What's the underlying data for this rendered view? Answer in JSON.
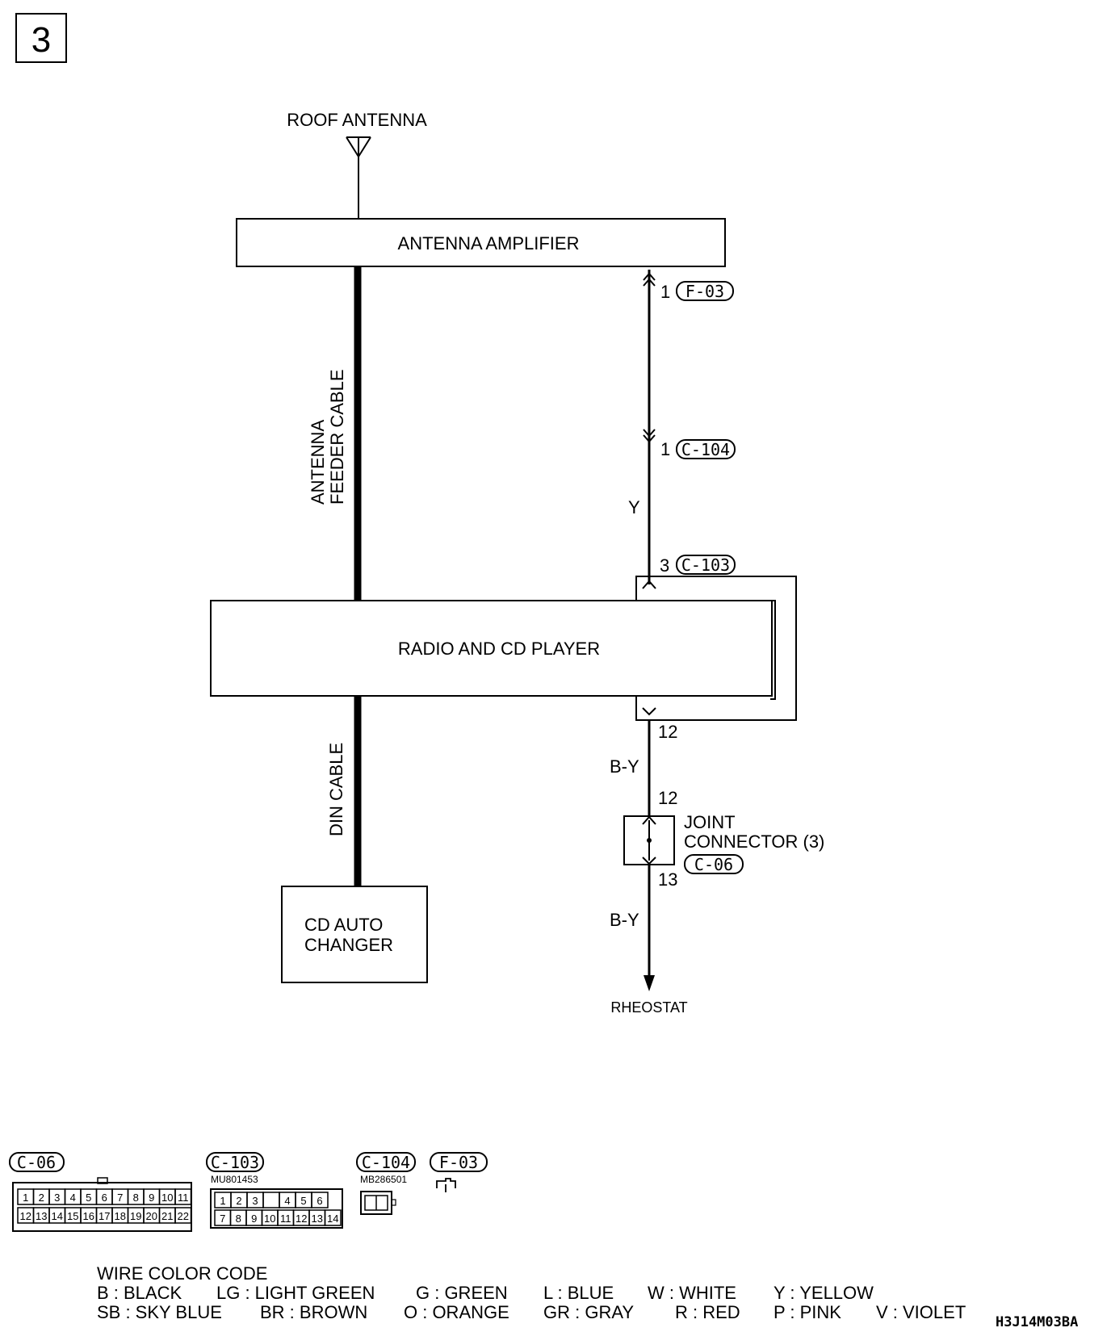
{
  "page_number": "3",
  "components": {
    "roof_antenna": "ROOF ANTENNA",
    "antenna_amplifier": "ANTENNA AMPLIFIER",
    "radio_cd_player": "RADIO AND CD PLAYER",
    "cd_auto_changer_line1": "CD AUTO",
    "cd_auto_changer_line2": "CHANGER",
    "joint_connector_line1": "JOINT",
    "joint_connector_line2": "CONNECTOR (3)",
    "rheostat": "RHEOSTAT"
  },
  "cables": {
    "feeder_line1": "ANTENNA",
    "feeder_line2": "FEEDER CABLE",
    "din": "DIN CABLE"
  },
  "wires": {
    "y": "Y",
    "by_upper": "B-Y",
    "by_lower": "B-Y"
  },
  "pins": {
    "f03_pin": "1",
    "c104_pin": "1",
    "c103_pin": "3",
    "radio_out_pin": "12",
    "joint_in_pin": "12",
    "joint_out_pin": "13"
  },
  "connector_tags": {
    "f03": "F-03",
    "c104": "C-104",
    "c103": "C-103",
    "c06": "C-06"
  },
  "connector_views": {
    "c06": {
      "tag": "C-06",
      "row1": [
        "1",
        "2",
        "3",
        "4",
        "5",
        "6",
        "7",
        "8",
        "9",
        "10",
        "11"
      ],
      "row2": [
        "12",
        "13",
        "14",
        "15",
        "16",
        "17",
        "18",
        "19",
        "20",
        "21",
        "22"
      ]
    },
    "c103": {
      "tag": "C-103",
      "part": "MU801453",
      "row1": [
        "1",
        "2",
        "3",
        "",
        "4",
        "5",
        "6"
      ],
      "row2": [
        "7",
        "8",
        "9",
        "10",
        "11",
        "12",
        "13",
        "14"
      ]
    },
    "c104": {
      "tag": "C-104",
      "part": "MB286501"
    },
    "f03": {
      "tag": "F-03"
    }
  },
  "wire_color_code": {
    "title": "WIRE COLOR CODE",
    "row1": [
      "B : BLACK",
      "LG : LIGHT GREEN",
      "G : GREEN",
      "L : BLUE",
      "W : WHITE",
      "Y : YELLOW"
    ],
    "row2": [
      "SB : SKY BLUE",
      "BR : BROWN",
      "O : ORANGE",
      "GR : GRAY",
      "R : RED",
      "P : PINK",
      "V : VIOLET"
    ]
  },
  "diagram_code": "H3J14M03BA"
}
